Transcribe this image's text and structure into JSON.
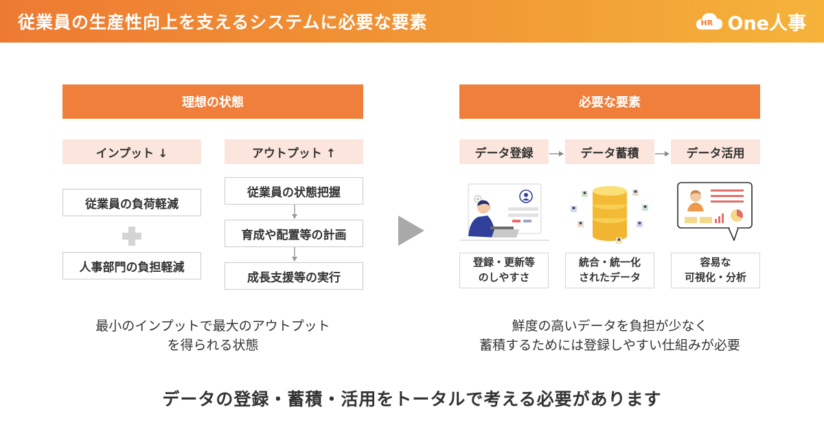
{
  "header": {
    "title": "従業員の生産性向上を支えるシステムに必要な要素",
    "logo_text": "One人事",
    "logo_badge": "HR"
  },
  "left": {
    "title": "理想の状態",
    "input_label": "インプット ↓",
    "output_label": "アウトプット ↑",
    "inputs": [
      "従業員の負荷軽減",
      "人事部門の負担軽減"
    ],
    "outputs": [
      "従業員の状態把握",
      "育成や配置等の計画",
      "成長支援等の実行"
    ],
    "note_lines": [
      "最小のインプットで最大のアウトプット",
      "を得られる状態"
    ]
  },
  "right": {
    "title": "必要な要素",
    "steps": [
      "データ登録",
      "データ蓄積",
      "データ活用"
    ],
    "captions": [
      [
        "登録・更新等",
        "のしやすさ"
      ],
      [
        "統合・統一化",
        "されたデータ"
      ],
      [
        "容易な",
        "可視化・分析"
      ]
    ],
    "note_lines": [
      "鮮度の高いデータを負担が少なく",
      "蓄積するためには登録しやすい仕組みが必要"
    ]
  },
  "bottom_message": "データの登録・蓄積・活用をトータルで考える必要があります",
  "colors": {
    "accent_orange": "#ef7f3a",
    "pale_pink": "#fbe5dc",
    "cylinder_yellow": "#f6c43a",
    "illustration_navy": "#2f3f9a",
    "arrow_gray": "#a9a9a9"
  }
}
